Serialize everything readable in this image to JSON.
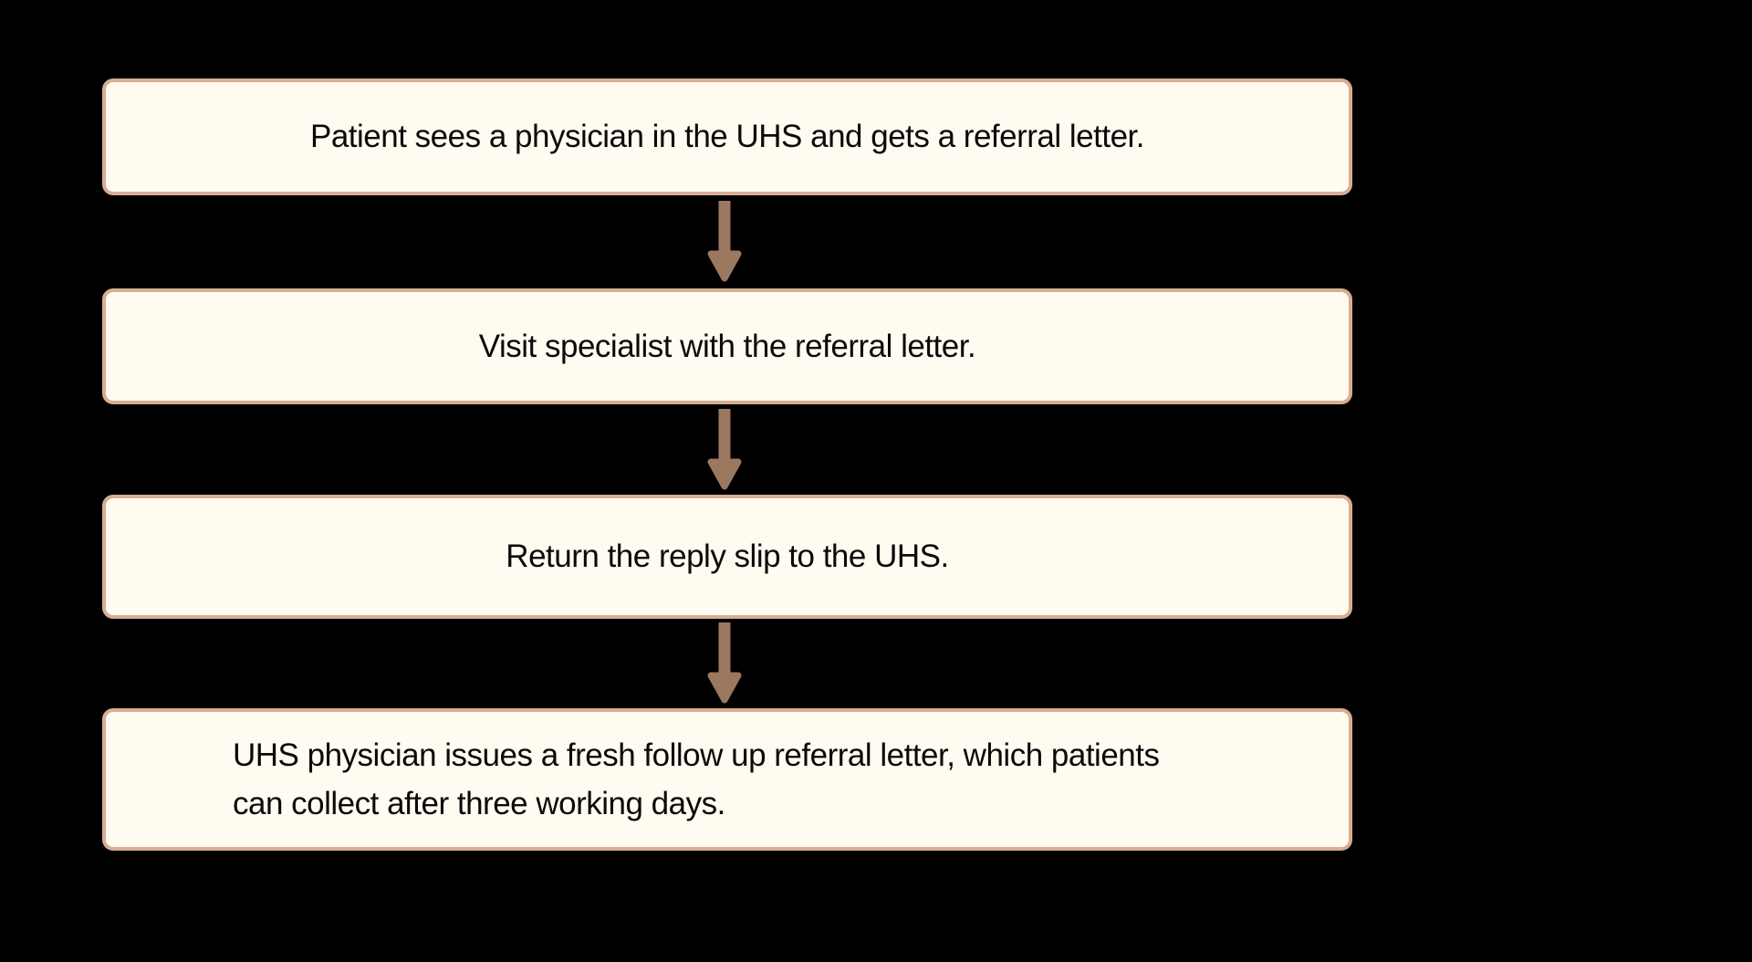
{
  "colors": {
    "background": "#000000",
    "box_fill": "#FFFBF0",
    "box_border": "#D7AE92",
    "arrow": "#9C7861",
    "text": "#0A0A0A"
  },
  "flowchart": {
    "description": "UHS referral process flowchart",
    "steps": [
      {
        "text": "Patient sees a physician in the UHS and gets a referral letter."
      },
      {
        "text": "Visit specialist with the referral letter."
      },
      {
        "text": "Return the reply slip to the UHS."
      },
      {
        "lines": [
          "UHS physician issues a fresh follow up referral letter, which patients",
          "can collect after three working days."
        ]
      }
    ],
    "connector_icon": "down-arrow"
  }
}
